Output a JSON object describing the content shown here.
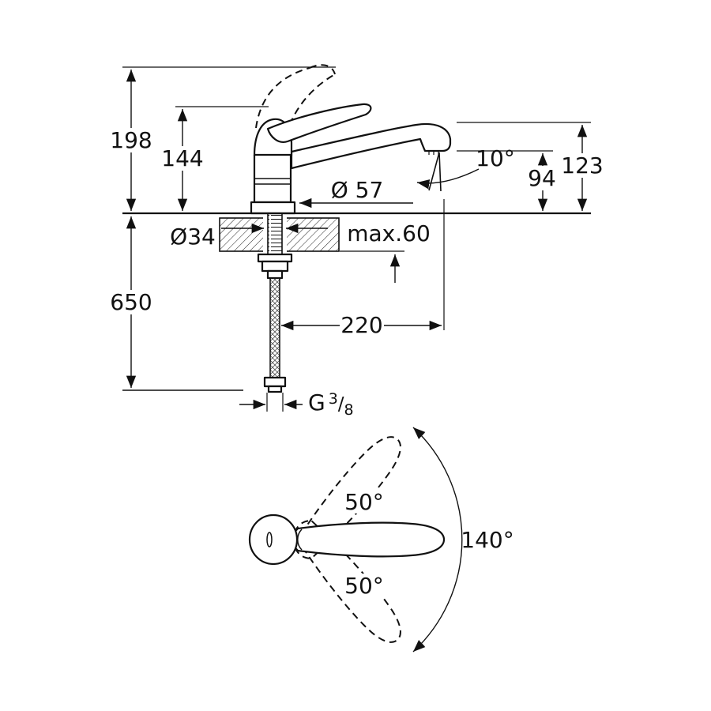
{
  "side_view": {
    "dims": {
      "overall_height": "198",
      "body_height": "144",
      "spout_height": "123",
      "outlet_height": "94",
      "tilt_angle": "10°",
      "base_diameter": "Ø 57",
      "hole_diameter": "Ø34",
      "max_counter_thickness": "max.60",
      "hose_length": "650",
      "spout_reach": "220",
      "thread": {
        "prefix": "G",
        "numerator": "3",
        "slash": "/",
        "denominator": "8"
      }
    }
  },
  "top_view": {
    "dims": {
      "swing_upper": "50°",
      "swing_total": "140°",
      "swing_lower": "50°"
    }
  },
  "colors": {
    "line": "#111111",
    "background": "#ffffff"
  }
}
